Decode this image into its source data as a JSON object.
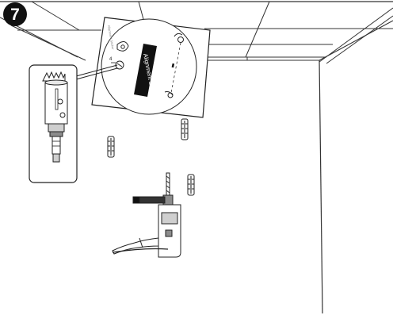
{
  "step": {
    "number": "7",
    "badge_color": "#111111"
  },
  "template": {
    "sticker_label": "Alignment Sticker",
    "corner_text": "Alignment Sticker",
    "hole_label": "4"
  },
  "icons": [
    "step-number-badge",
    "ceiling-grid-icon",
    "template-sheet-icon",
    "hole-saw-detail-icon",
    "wall-anchor-icon",
    "power-drill-icon"
  ],
  "colors": {
    "line": "#222222",
    "light_line": "#555555",
    "fill": "#ffffff",
    "shade": "#cfcfcf",
    "dark_shade": "#8c8c8c"
  }
}
